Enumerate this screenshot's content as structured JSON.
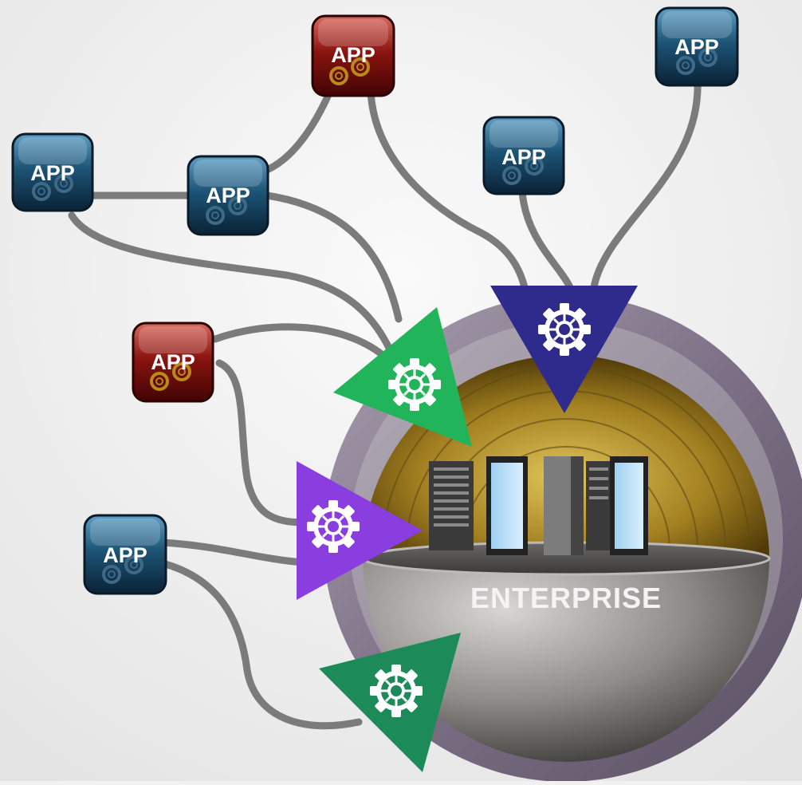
{
  "diagram": {
    "enterprise_label": "ENTERPRISE",
    "app_label": "APP",
    "apps": [
      {
        "id": "app-1",
        "color": "blue"
      },
      {
        "id": "app-2",
        "color": "red"
      },
      {
        "id": "app-3",
        "color": "blue"
      },
      {
        "id": "app-4",
        "color": "blue"
      },
      {
        "id": "app-5",
        "color": "blue"
      },
      {
        "id": "app-6",
        "color": "red"
      },
      {
        "id": "app-7",
        "color": "blue"
      }
    ],
    "connectors": [
      {
        "id": "connector-top",
        "color": "#2e2b8c"
      },
      {
        "id": "connector-upper-left",
        "color": "#21b45a"
      },
      {
        "id": "connector-left",
        "color": "#8a3ee0"
      },
      {
        "id": "connector-bottom",
        "color": "#1d8a5a"
      }
    ],
    "colors": {
      "background": "#f1f1f1",
      "app_blue": "#123a55",
      "app_red": "#7a0c0c",
      "cable": "#7b7b7b",
      "ring": "#8a7f92",
      "hemisphere": "#9a9896",
      "interior_gold": "#a98a2a"
    },
    "icons": [
      "gear-icon",
      "server-rack-icon"
    ]
  }
}
